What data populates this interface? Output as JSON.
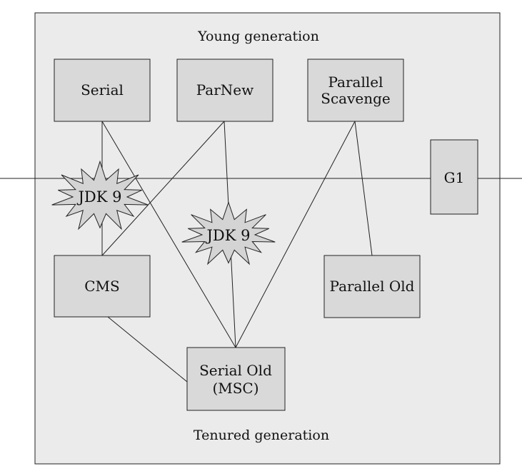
{
  "diagram": {
    "region_top_label": "Young generation",
    "region_bottom_label": "Tenured generation"
  },
  "collectors": {
    "serial": {
      "line1": "Serial"
    },
    "parnew": {
      "line1": "ParNew"
    },
    "parallel_scavenge": {
      "line1": "Parallel",
      "line2": "Scavenge"
    },
    "g1": {
      "line1": "G1"
    },
    "cms": {
      "line1": "CMS"
    },
    "parallel_old": {
      "line1": "Parallel Old"
    },
    "serial_old": {
      "line1": "Serial Old",
      "line2": "(MSC)"
    }
  },
  "badges": {
    "deprecated_left": "JDK 9",
    "deprecated_center": "JDK 9"
  },
  "colors": {
    "box_fill": "#d9d9d9",
    "background": "#ebebeb",
    "line": "#222222",
    "star_fill": "#d4d4d4"
  }
}
